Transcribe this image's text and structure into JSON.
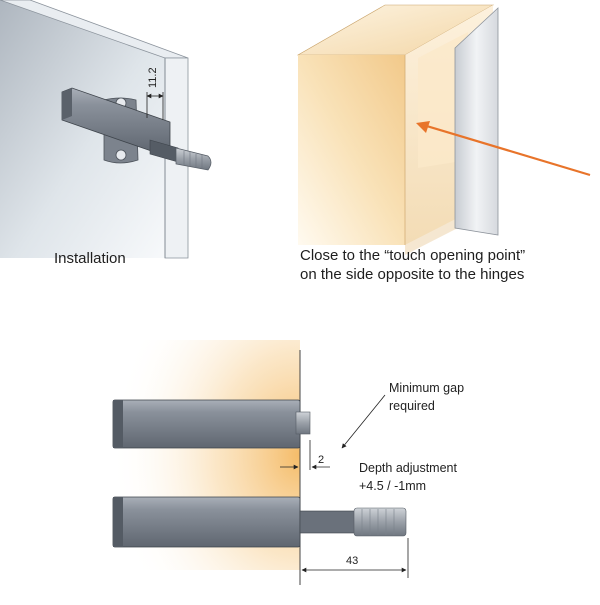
{
  "captions": {
    "installation": "Installation",
    "placement_line1": "Close to the “touch opening point”",
    "placement_line2": "on the side opposite to the hinges"
  },
  "dimensions": {
    "hole_spacing": "11.2",
    "gap": "2",
    "length": "43"
  },
  "annotations": {
    "min_gap_line1": "Minimum gap",
    "min_gap_line2": "required",
    "depth_line1": "Depth adjustment",
    "depth_line2": "+4.5 / -1mm"
  },
  "colors": {
    "arrow": "#e8742a",
    "cabinet_front": "#f6d9a8",
    "mechanism": "#7d8490",
    "glow": "#f4b860"
  }
}
